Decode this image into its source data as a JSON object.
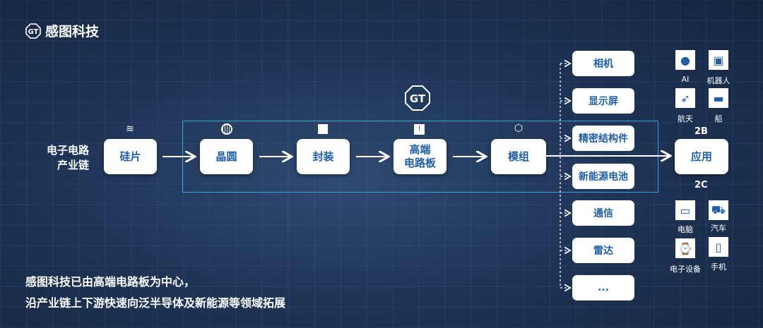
{
  "brand": {
    "name": "感图科技",
    "logo_text": "GT"
  },
  "chain_label": [
    "电子电路",
    "产业链"
  ],
  "flow": [
    {
      "label": "硅片",
      "icon": "layers-icon"
    },
    {
      "label": "晶圆",
      "icon": "wafer-icon"
    },
    {
      "label": "封装",
      "icon": "chip-icon"
    },
    {
      "label": "高端电路板",
      "lines": [
        "高端",
        "电路板"
      ],
      "icon": "circuit-board-icon"
    },
    {
      "label": "模组",
      "icon": "cube-icon"
    }
  ],
  "modules": [
    "相机",
    "显示屏",
    "精密结构件",
    "新能源电池",
    "通信",
    "雷达",
    "..."
  ],
  "application": {
    "label": "应用",
    "tob": "2B",
    "toc": "2C"
  },
  "b_icons": [
    {
      "label": "AI",
      "icon": "ai-head-icon"
    },
    {
      "label": "机器人",
      "icon": "robot-icon"
    },
    {
      "label": "航天",
      "icon": "rocket-icon"
    },
    {
      "label": "船",
      "icon": "ship-icon"
    }
  ],
  "c_icons": [
    {
      "label": "电脑",
      "icon": "monitor-icon"
    },
    {
      "label": "汽车",
      "icon": "car-icon"
    },
    {
      "label": "电子设备",
      "icon": "smartwatch-icon"
    },
    {
      "label": "手机",
      "icon": "phone-icon"
    }
  ],
  "caption": [
    "感图科技已由高端电路板为中心，",
    "沿产业链上下游快速向泛半导体及新能源等领域拓展"
  ],
  "colors": {
    "accent": "#1f5fa8",
    "frame": "#3fa2d8"
  }
}
